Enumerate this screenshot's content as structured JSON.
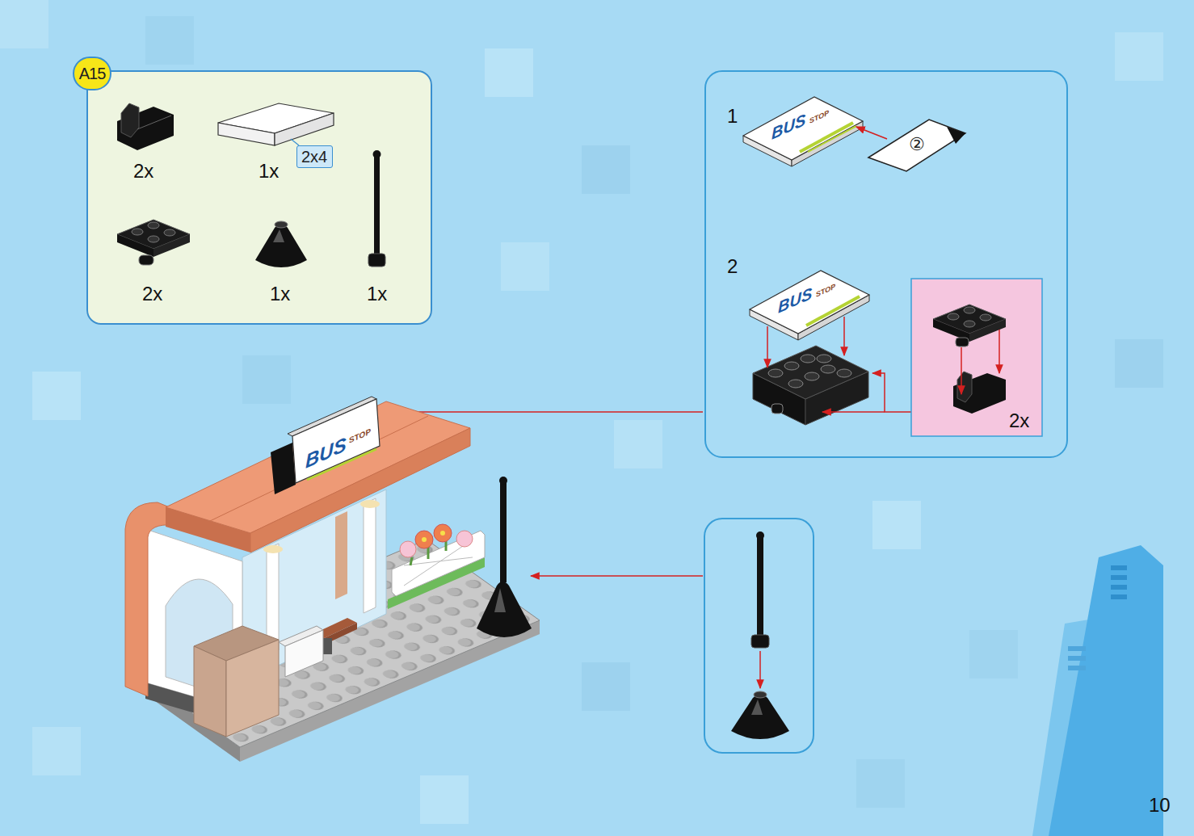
{
  "diagram": {
    "nodes": [
      {
        "text": [
          "A15"
        ]
      },
      {
        "text": [
          "2x4"
        ],
        "in": 0
      },
      {
        "text": [
          "1",
          "2"
        ]
      },
      {
        "text": [
          "2x"
        ],
        "in": 2
      }
    ],
    "labels": [
      "2x",
      "1x",
      "2x",
      "1x",
      "1x",
      "BUS",
      "STOP",
      "②",
      "BUS",
      "STOP",
      "BUS",
      "STOP",
      "10"
    ]
  }
}
